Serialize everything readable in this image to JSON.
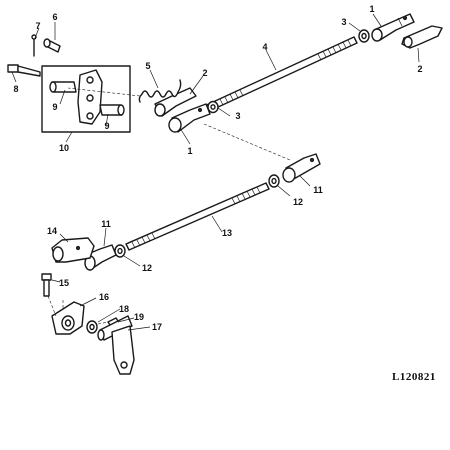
{
  "figure": {
    "reference_code": "L120821",
    "callouts": [
      {
        "id": "c1a",
        "label": "1"
      },
      {
        "id": "c1b",
        "label": "1"
      },
      {
        "id": "c2a",
        "label": "2"
      },
      {
        "id": "c2b",
        "label": "2"
      },
      {
        "id": "c3a",
        "label": "3"
      },
      {
        "id": "c3b",
        "label": "3"
      },
      {
        "id": "c4",
        "label": "4"
      },
      {
        "id": "c5",
        "label": "5"
      },
      {
        "id": "c6",
        "label": "6"
      },
      {
        "id": "c7",
        "label": "7"
      },
      {
        "id": "c8",
        "label": "8"
      },
      {
        "id": "c9a",
        "label": "9"
      },
      {
        "id": "c9b",
        "label": "9"
      },
      {
        "id": "c10",
        "label": "10"
      },
      {
        "id": "c11a",
        "label": "11"
      },
      {
        "id": "c11b",
        "label": "11"
      },
      {
        "id": "c12a",
        "label": "12"
      },
      {
        "id": "c12b",
        "label": "12"
      },
      {
        "id": "c13",
        "label": "13"
      },
      {
        "id": "c14",
        "label": "14"
      },
      {
        "id": "c15",
        "label": "15"
      },
      {
        "id": "c16",
        "label": "16"
      },
      {
        "id": "c17",
        "label": "17"
      },
      {
        "id": "c18",
        "label": "18"
      },
      {
        "id": "c19",
        "label": "19"
      }
    ]
  }
}
